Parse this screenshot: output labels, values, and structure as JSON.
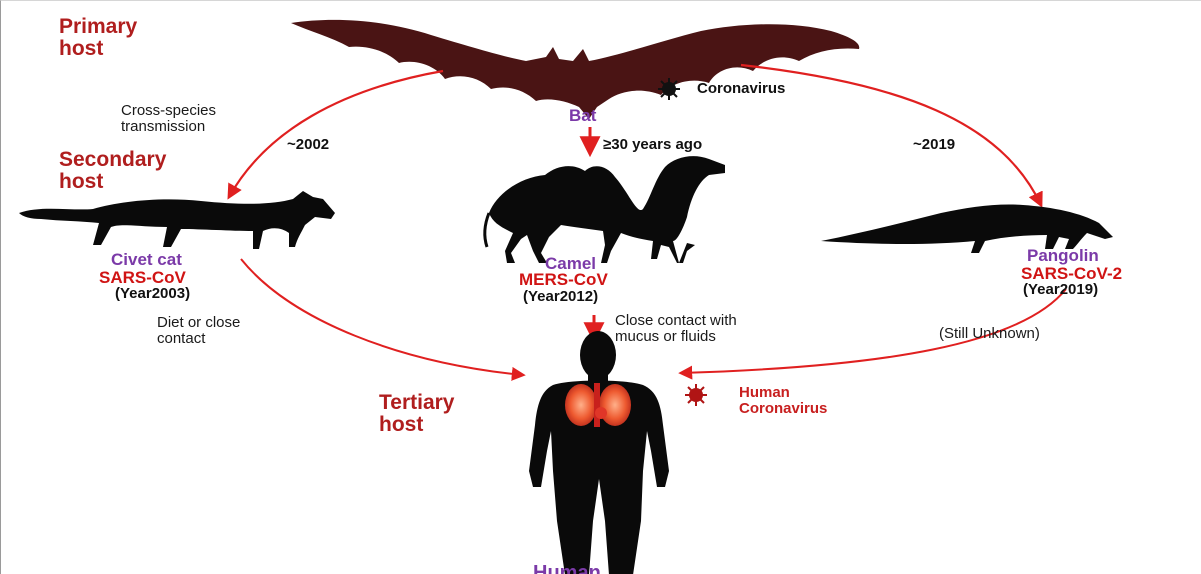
{
  "labels": {
    "primary_host": [
      "Primary",
      "host"
    ],
    "secondary_host": [
      "Secondary",
      "host"
    ],
    "tertiary_host": [
      "Tertiary",
      "host"
    ],
    "coronavirus": "Coronavirus",
    "bat": "Bat",
    "cross_species": [
      "Cross-species",
      "transmission"
    ],
    "time_civet": "~2002",
    "time_camel": "≥30 years ago",
    "time_pangolin": "~2019",
    "civet_name": "Civet cat",
    "civet_virus": "SARS-CoV",
    "civet_year": "(Year2003)",
    "camel_name": "Camel",
    "camel_virus": "MERS-CoV",
    "camel_year": "(Year2012)",
    "pangolin_name": "Pangolin",
    "pangolin_virus": "SARS-CoV-2",
    "pangolin_year": "(Year2019)",
    "diet_contact": [
      "Diet or close",
      "contact"
    ],
    "close_contact": [
      "Close contact with",
      "mucus or fluids"
    ],
    "still_unknown": "(Still Unknown)",
    "human_coronavirus": [
      "Human",
      "Coronavirus"
    ],
    "human": "Human"
  },
  "colors": {
    "bat": "#4a1414",
    "arrow": "#e02020",
    "host_label": "#b01e1e",
    "animal_name": "#7b3aa8",
    "virus_name": "#d01414",
    "silhouette": "#0a0a0a"
  }
}
